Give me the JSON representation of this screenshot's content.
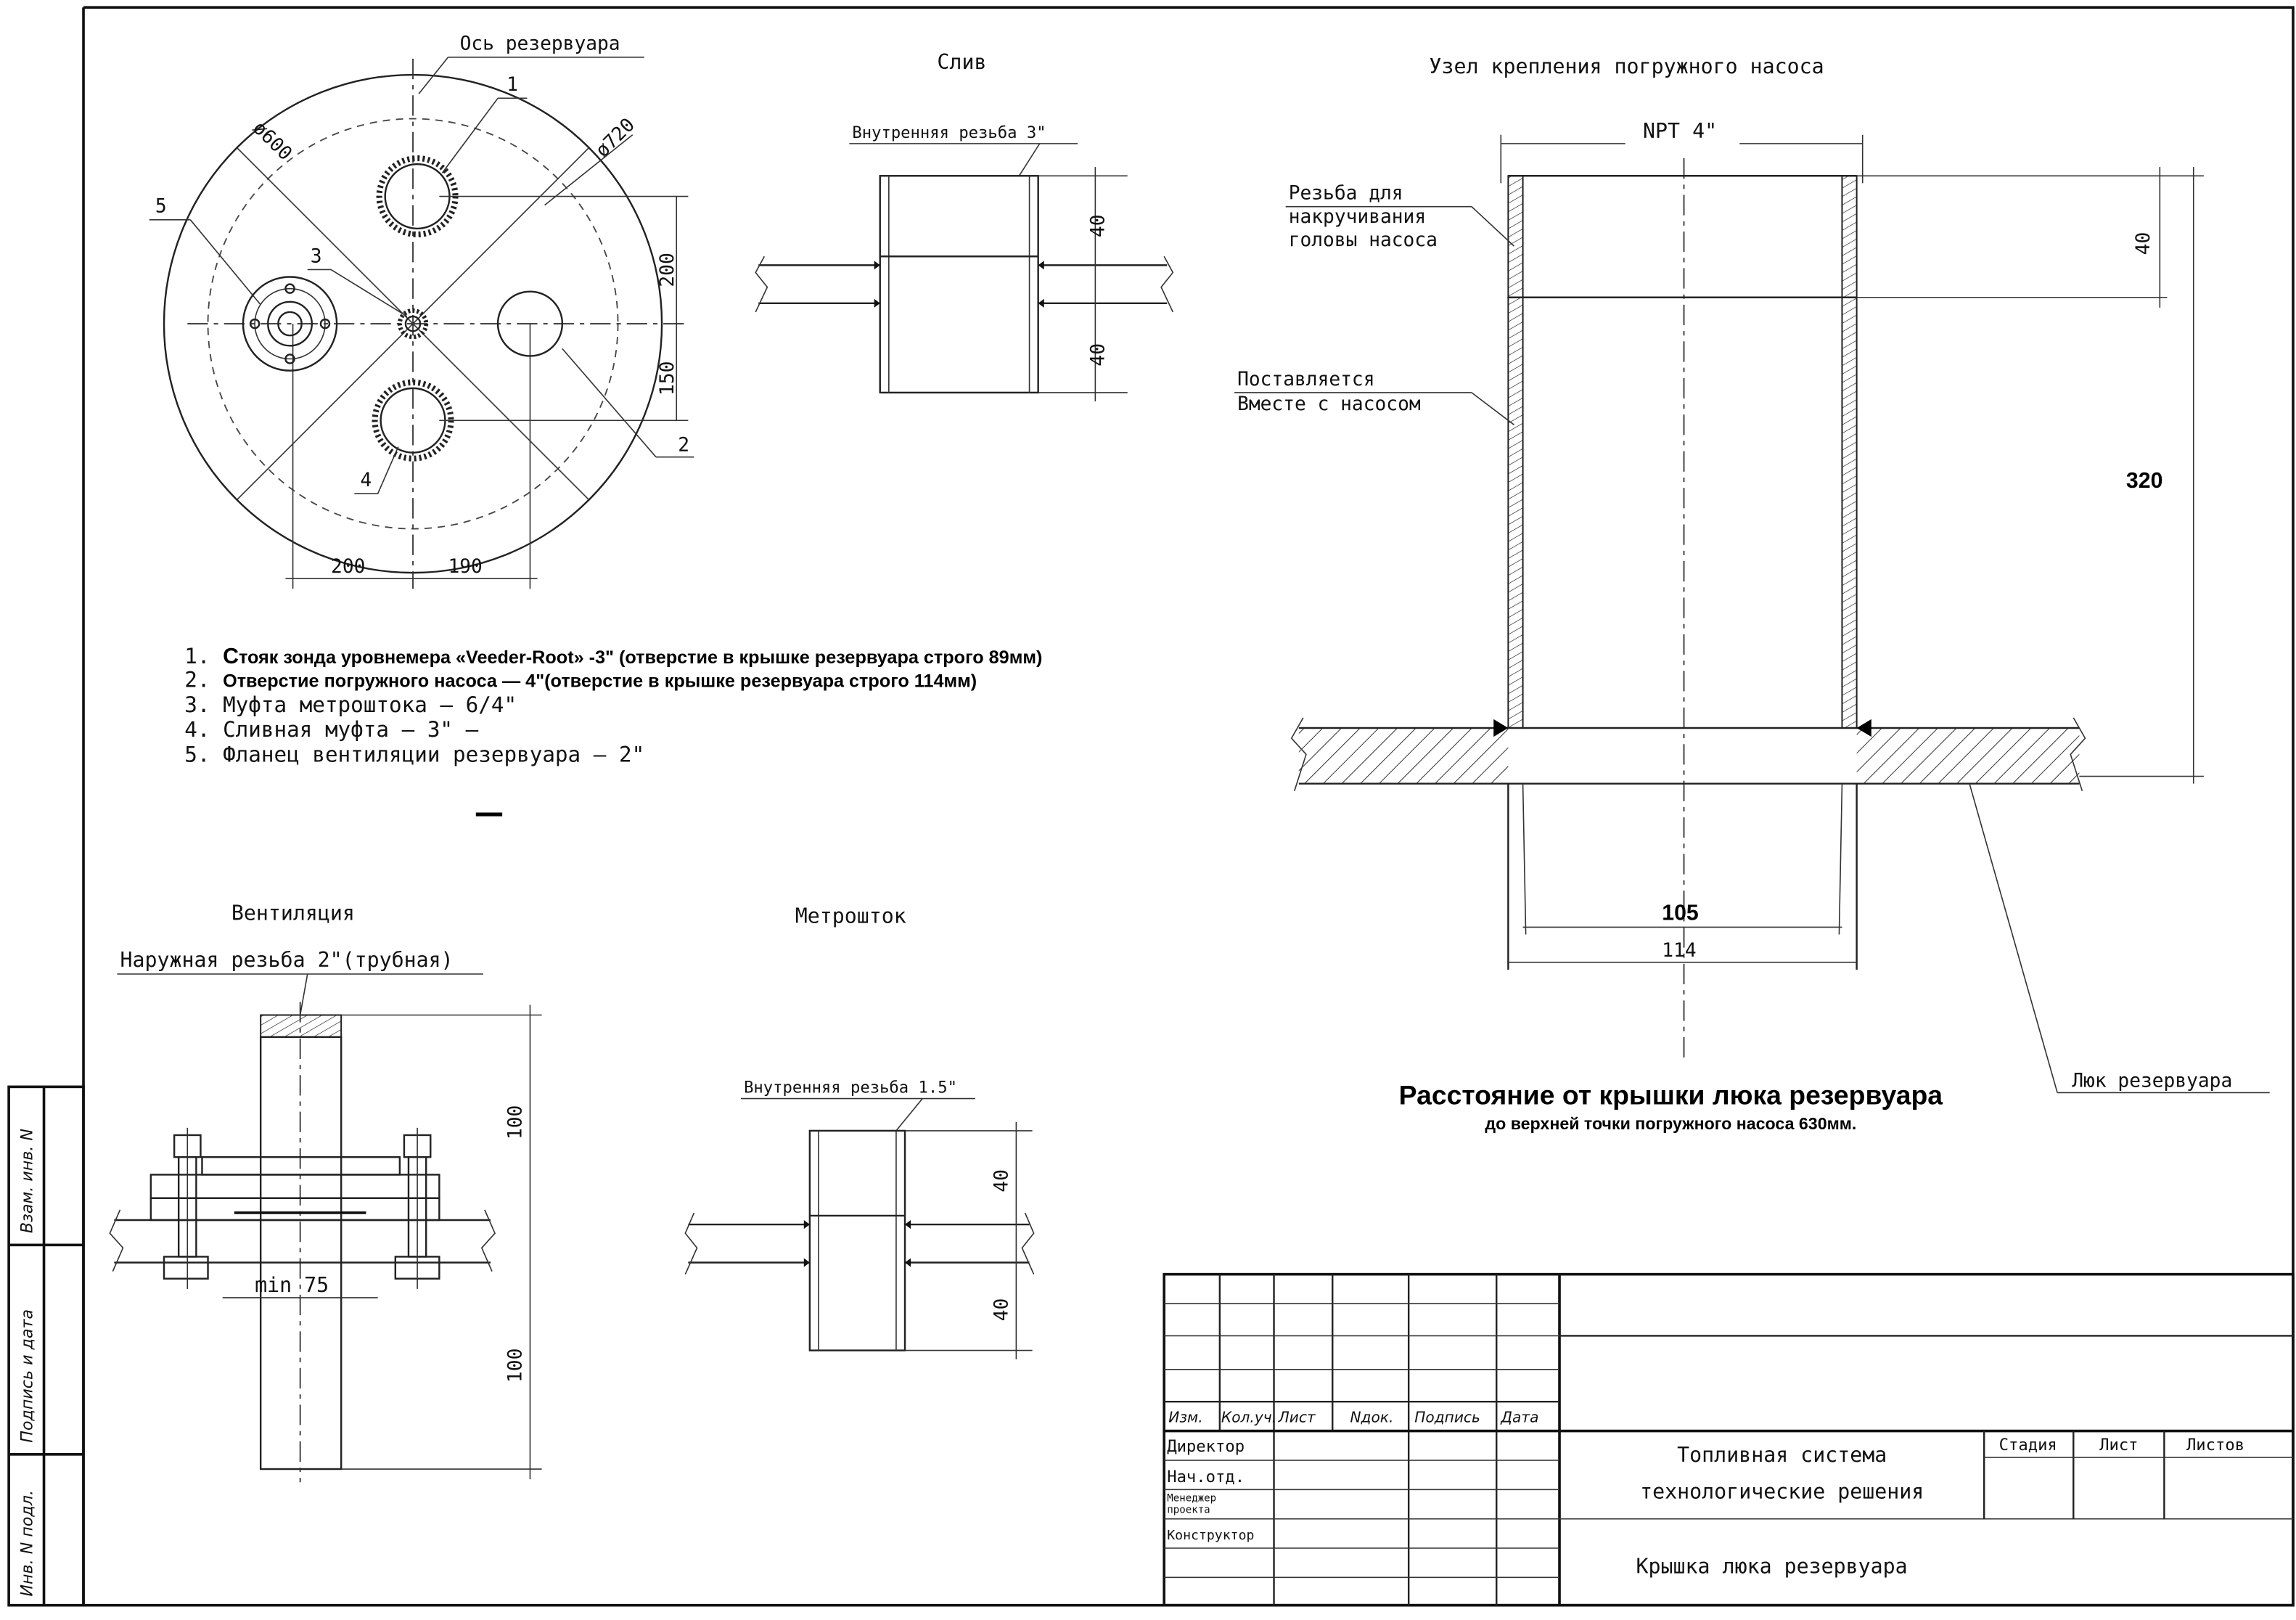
{
  "plan": {
    "axis_label": "Ось резервуара",
    "dia_inner": "ø600",
    "dia_outer": "ø720",
    "callouts": [
      "1",
      "2",
      "3",
      "4",
      "5"
    ],
    "dim_200_v": "200",
    "dim_150_v": "150",
    "dim_200_h": "200",
    "dim_190_h": "190"
  },
  "drain": {
    "title": "Слив",
    "thread_label": "Внутренняя резьба 3\"",
    "dim_top": "40",
    "dim_bottom": "40"
  },
  "pump": {
    "title": "Узел крепления погружного насоса",
    "npt_label": "NPT 4\"",
    "thread_note": [
      "Резьба для",
      "накручивания",
      "головы насоса"
    ],
    "supplied_note": [
      "Поставляется",
      "Вместе с насосом"
    ],
    "dim_40": "40",
    "dim_320": "320",
    "dim_105": "105",
    "dim_114": "114",
    "hatch_label": "Люк резервуара",
    "distance_title": "Расстояние от крышки люка резервуара",
    "distance_sub": "до верхней точки погружного насоса 630мм."
  },
  "legend": {
    "item1_num": "1. ",
    "item1_cap": "С",
    "item1_text": "тояк зонда уровнемера «Veeder-Root» -3\" (отверстие в крышке резервуара строго 89мм)",
    "item2_num": "2. ",
    "item2_text": "Отверстие погружного насоса  —  4\"(отверстие в крышке резервуара строго 114мм)",
    "item3": "3. Муфта метроштока   –  6/4\"",
    "item4": "4. Сливная муфта – 3\"  –",
    "item5": "5. Фланец вентиляции резервуара – 2\""
  },
  "vent": {
    "title": "Вентиляция",
    "thread_label": "Наружная резьба 2\"(трубная)",
    "dim_top": "100",
    "dim_bottom": "100",
    "min_label": "min 75"
  },
  "gauge": {
    "title": "Метрошток",
    "thread_label": "Внутренняя резьба 1.5\"",
    "dim_top": "40",
    "dim_bottom": "40"
  },
  "margin": {
    "replace_inv": "Взам. инв. N",
    "sign_date": "Подпись и дата",
    "inv_orig": "Инв. N подл."
  },
  "title_block": {
    "headers": [
      "Изм.",
      "Кол.уч.",
      "Лист",
      "Nдок.",
      "Подпись",
      "Дата"
    ],
    "roles": {
      "director": "Директор",
      "head": "Нач.отд.",
      "manager_1": "Менеджер",
      "manager_2": "проекта",
      "designer": "Конструктор"
    },
    "project_line1": "Топливная система",
    "project_line2": "технологические решения",
    "stage": "Стадия",
    "sheet": "Лист",
    "sheets": "Листов",
    "drawing_name": "Крышка люка резервуара"
  },
  "colors": {
    "ink": "#111111",
    "paper": "#ffffff"
  }
}
